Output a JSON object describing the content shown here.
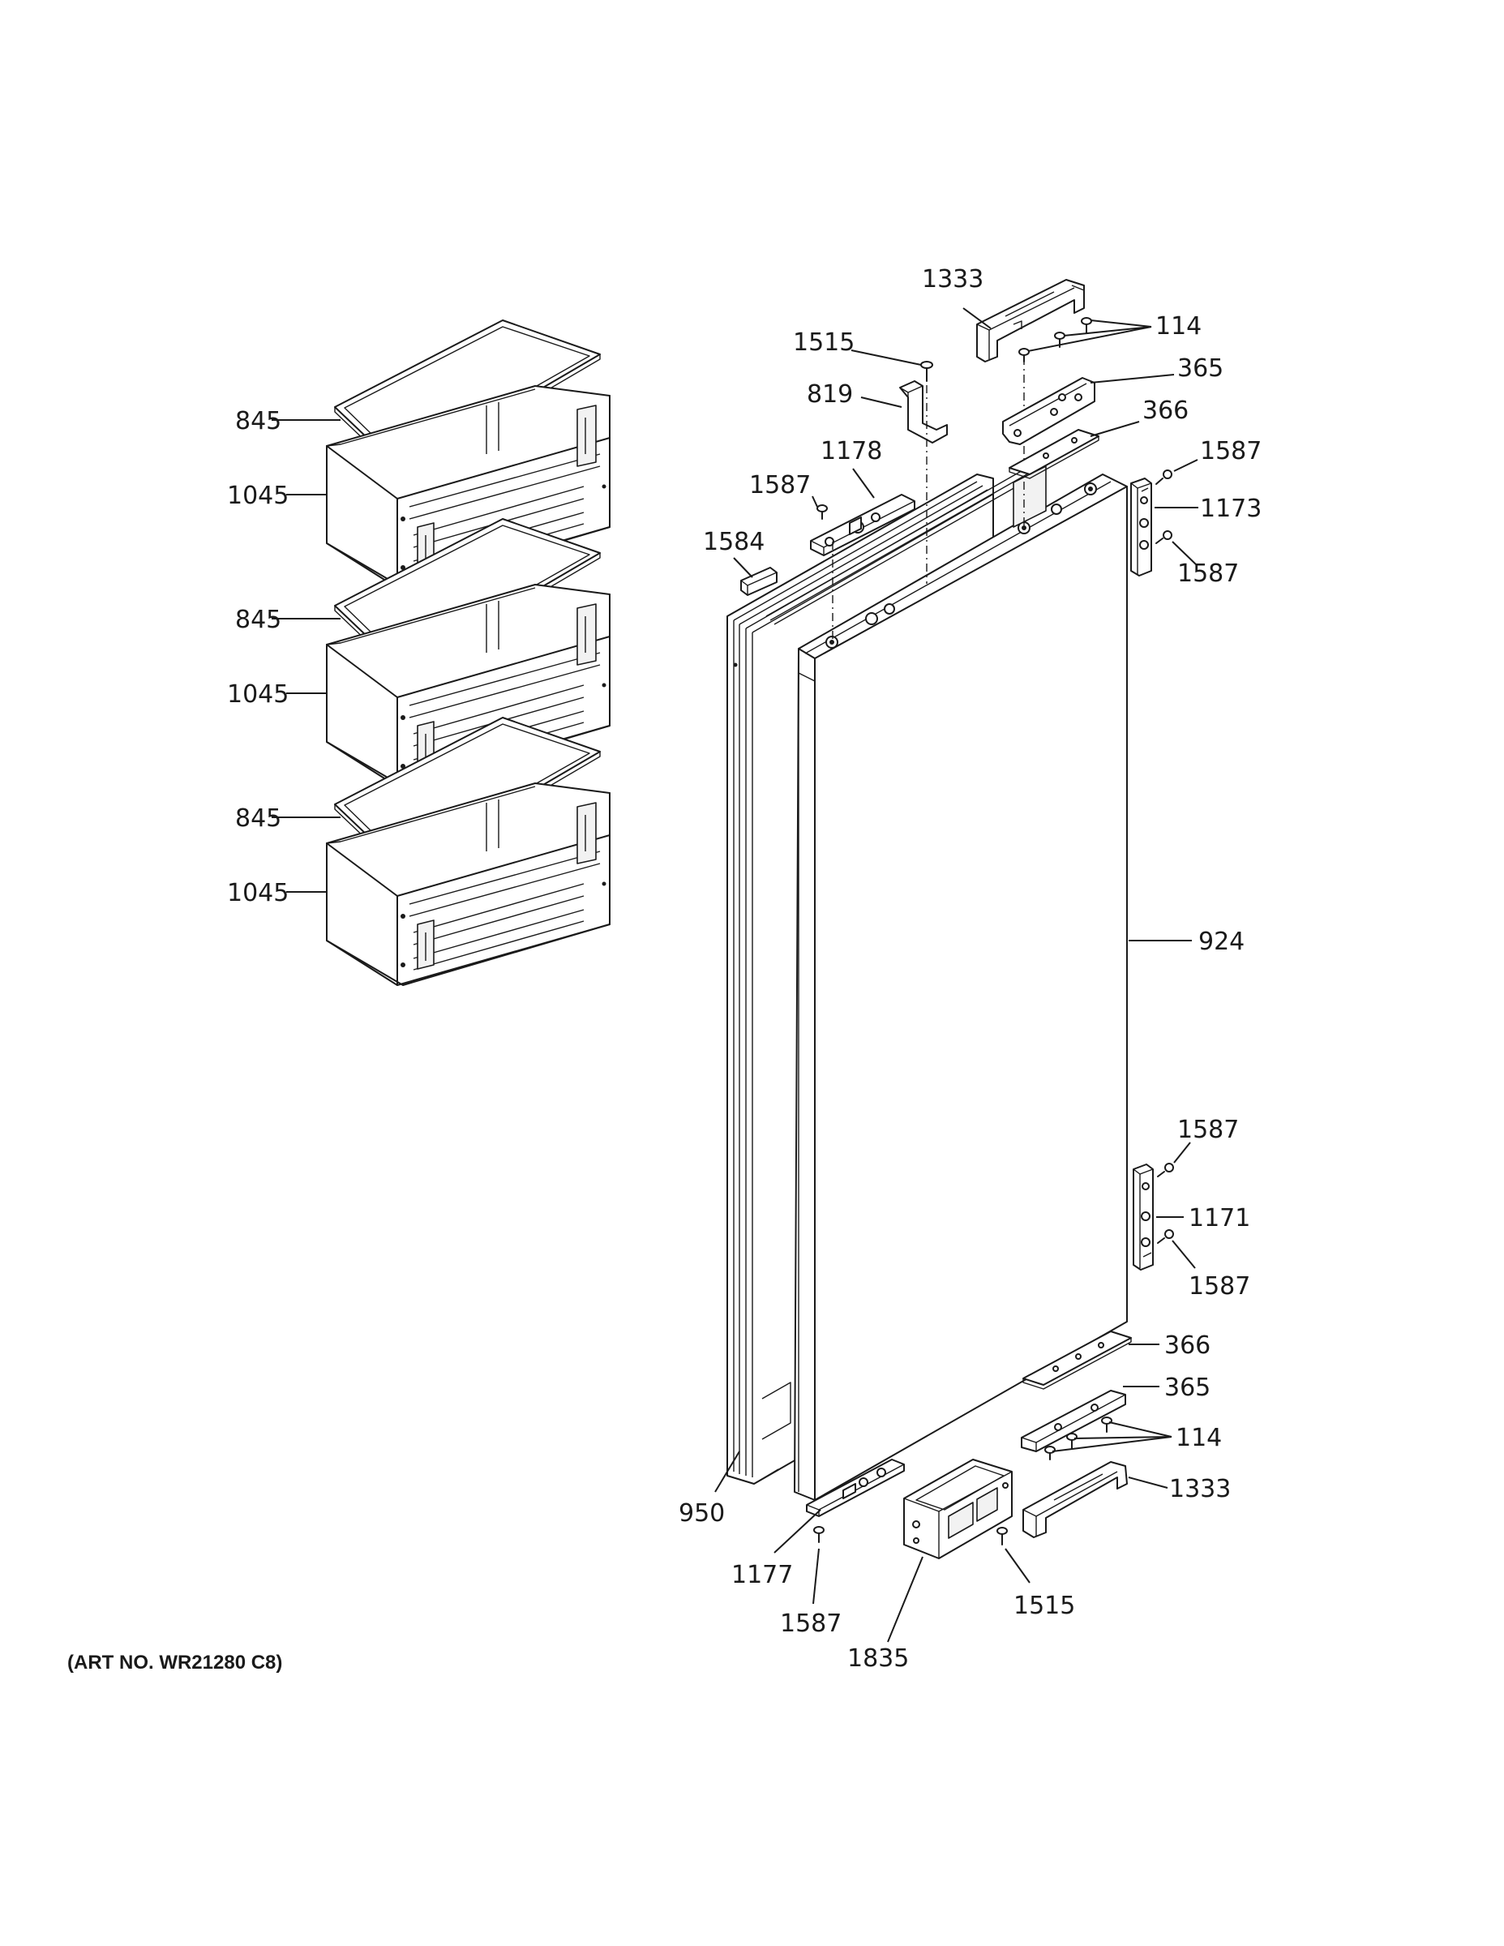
{
  "art_number": "(ART NO. WR21280 C8)",
  "callouts": {
    "c845_a": "845",
    "c1045_a": "1045",
    "c845_b": "845",
    "c1045_b": "1045",
    "c845_c": "845",
    "c1045_c": "1045",
    "c1333_top": "1333",
    "c114_top": "114",
    "c1515_top": "1515",
    "c365_top": "365",
    "c819": "819",
    "c366_top": "366",
    "c1178": "1178",
    "c1587_a": "1587",
    "c1587_b": "1587",
    "c1173": "1173",
    "c1587_c": "1587",
    "c1584": "1584",
    "c924": "924",
    "c1587_d": "1587",
    "c1171": "1171",
    "c1587_e": "1587",
    "c366_bot": "366",
    "c365_bot": "365",
    "c114_bot": "114",
    "c1333_bot": "1333",
    "c950": "950",
    "c1177": "1177",
    "c1587_f": "1587",
    "c1515_bot": "1515",
    "c1835": "1835"
  }
}
